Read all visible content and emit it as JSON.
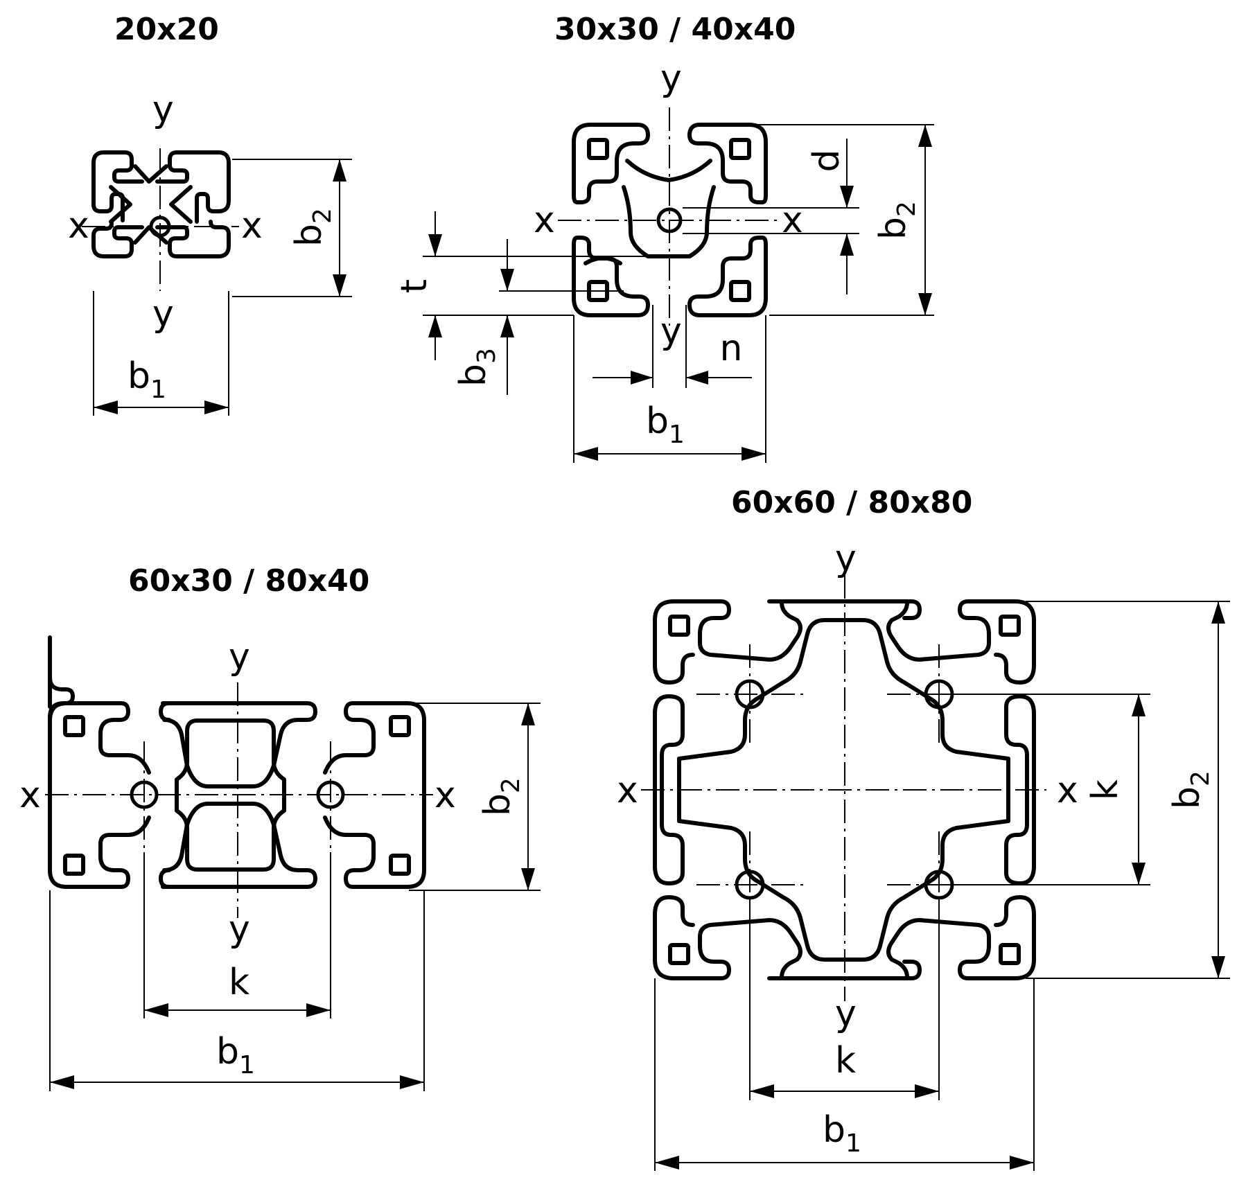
{
  "diagram": {
    "profiles": [
      {
        "title": "20x20",
        "axis_x": "x",
        "axis_y": "y",
        "dims": {
          "b1": {
            "main": "b",
            "sub": "1"
          },
          "b2": {
            "main": "b",
            "sub": "2"
          }
        }
      },
      {
        "title": "30x30 / 40x40",
        "axis_x": "x",
        "axis_y": "y",
        "dims": {
          "b1": {
            "main": "b",
            "sub": "1"
          },
          "b2": {
            "main": "b",
            "sub": "2"
          },
          "b3": {
            "main": "b",
            "sub": "3"
          },
          "d": "d",
          "t": "t",
          "n": "n"
        }
      },
      {
        "title": "60x30 / 80x40",
        "axis_x": "x",
        "axis_y": "y",
        "dims": {
          "b1": {
            "main": "b",
            "sub": "1"
          },
          "b2": {
            "main": "b",
            "sub": "2"
          },
          "k": "k"
        }
      },
      {
        "title": "60x60 / 80x80",
        "axis_x": "x",
        "axis_y": "y",
        "dims": {
          "b1": {
            "main": "b",
            "sub": "1"
          },
          "b2": {
            "main": "b",
            "sub": "2"
          },
          "k": "k"
        }
      }
    ]
  }
}
